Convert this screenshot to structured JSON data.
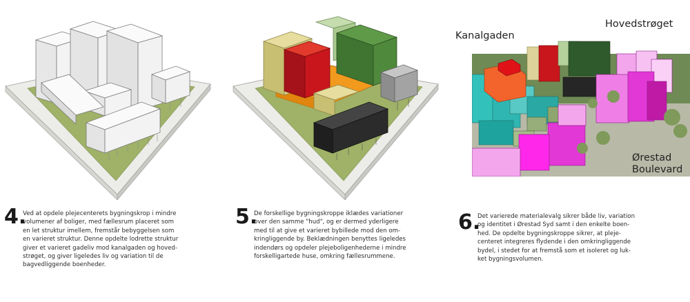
{
  "steps": [
    {
      "number": "4.",
      "text": "Ved at opdele plejecenterets bygningskrop i mindre\nvolumener af boliger, med fællesrum placeret som\nen let struktur imellem, fremstår bebyggelsen som\nen varieret struktur. Denne opdelte lodrette struktur\ngiver et varieret gadeliv mod kanalgaden og hoved-\nstrøget, og giver ligeledes liv og variation til de\nbagvedliggende boenheder."
    },
    {
      "number": "5.",
      "text": "De forskellige bygningskroppe iklædes variationer\nover den samme \"hud\", og er dermed yderligere\nmed til at give et varieret bybillede mod den om-\nkringliggende by. Beklædningen benyttes ligeledes\nindendørs og opdeler plejeboligenhederne i mindre\nforskelligartede huse, omkring fællesrummene."
    },
    {
      "number": "6.",
      "text": "Det varierede materialevalg sikrer både liv, variation\nog identitet i Ørestad Syd samt i den enkelte boen-\nhed. De opdelte bygningskroppe sikrer, at pleje-\ncenteret integreres flydende i den omkringliggende\nbydel, i stedet for at fremstå som et isoleret og luk-\nket bygningsvolumen."
    }
  ],
  "street_labels": {
    "kanalgaden": "Kanalgaden",
    "hovedstroget": "Hovedstrøget",
    "orestad_boulevard": "Ørestad\nBoulevard"
  },
  "colors": {
    "grass": "#9aae62",
    "paving": "#e9e9e4",
    "white_volume": "#f7f7f7",
    "orange_base": "#f29a1e",
    "red_block": "#c8161c",
    "yellow_block": "#d9cf84",
    "green_block": "#4f8a3c",
    "light_green_block": "#a9c98f",
    "grey_block": "#a3a3a3",
    "black_block": "#2b2b2b",
    "magenta_block": "#e238d6",
    "pink_block": "#f3a6ec",
    "teal_block": "#2fb6b2",
    "dark_green_block": "#2f5a2c"
  }
}
